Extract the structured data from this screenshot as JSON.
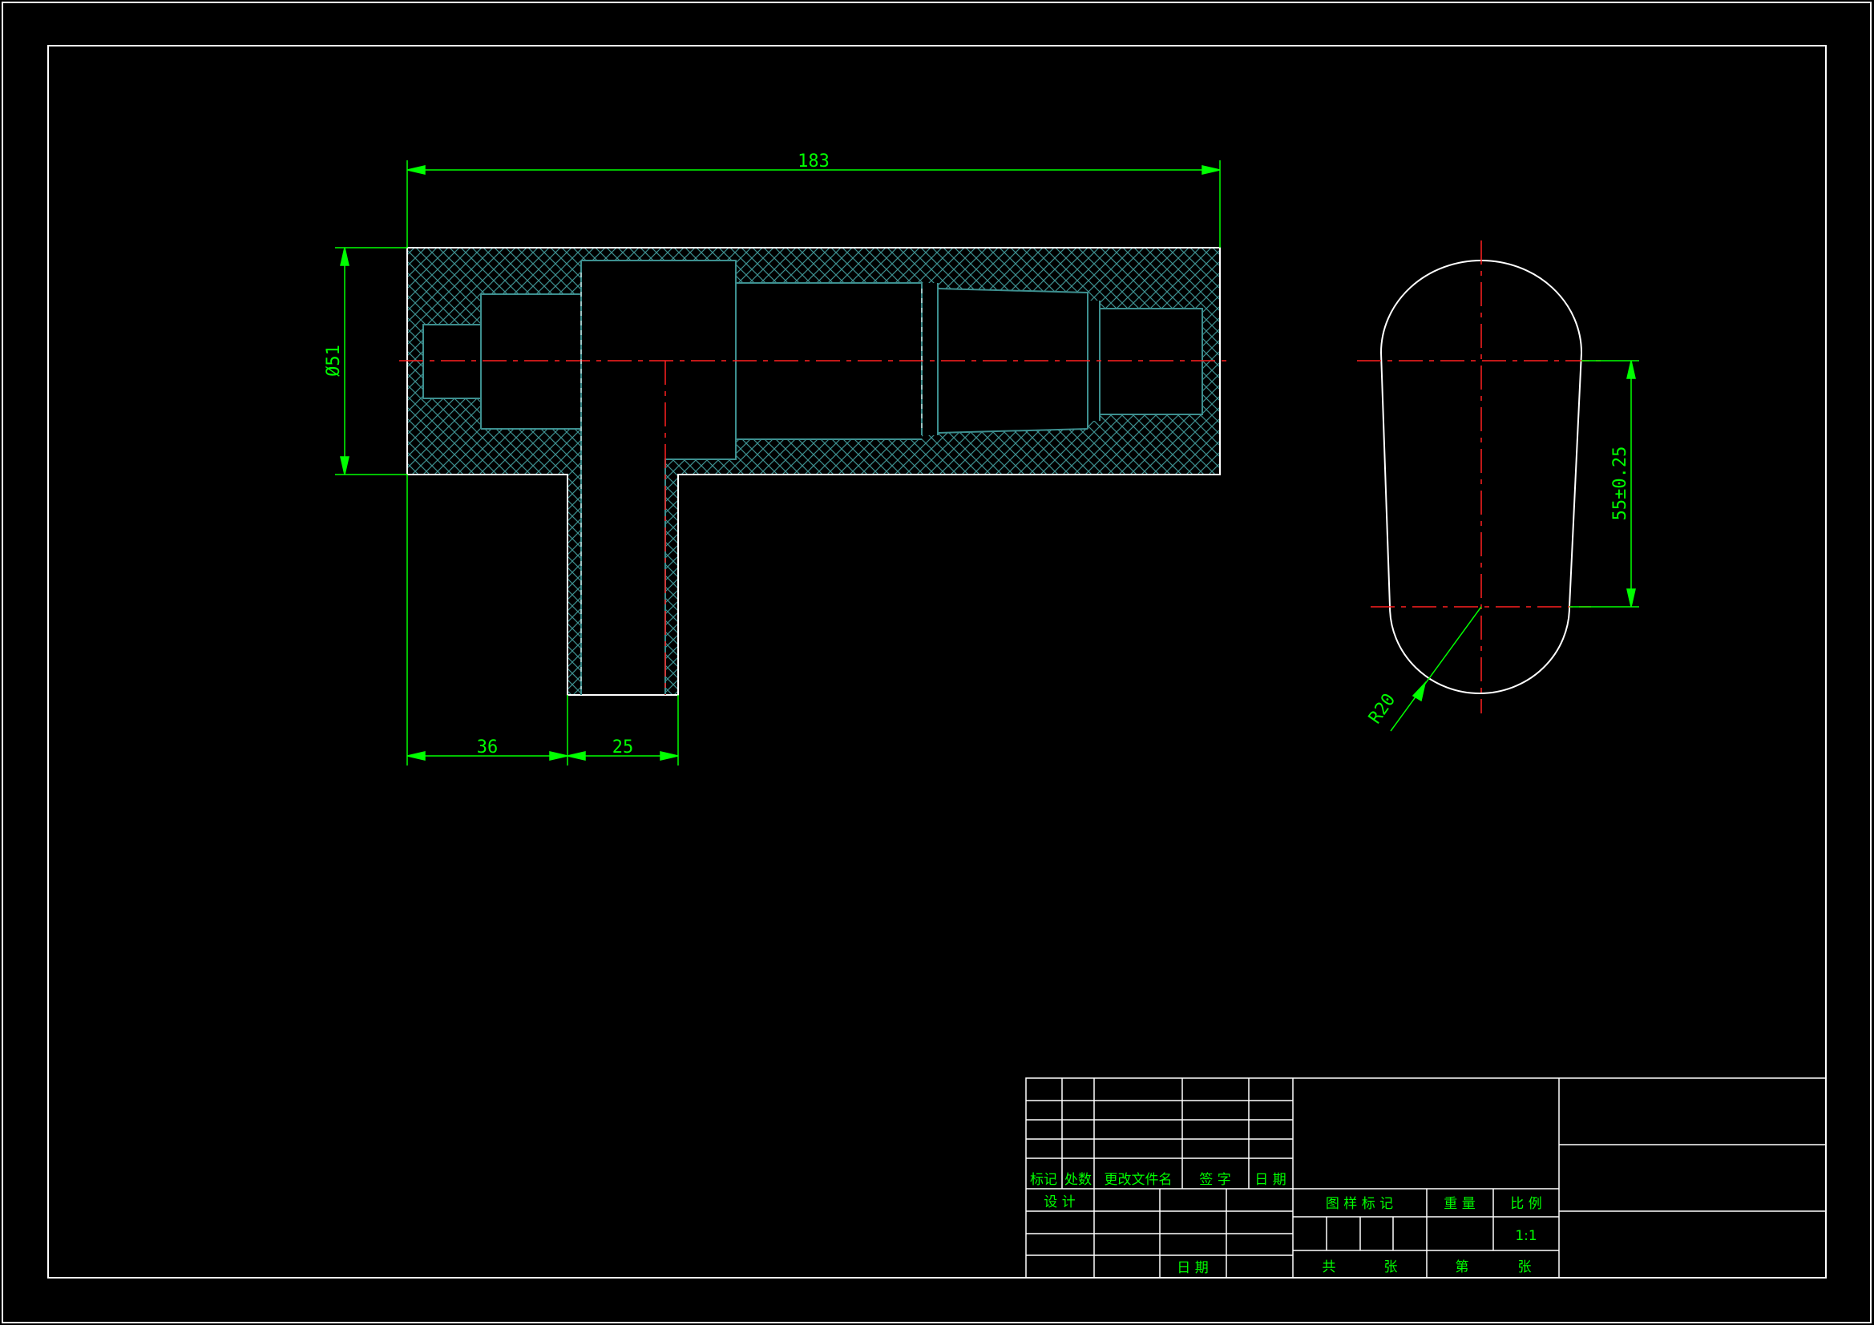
{
  "colors": {
    "background": "#000000",
    "outline": "#ffffff",
    "dimension": "#00ff00",
    "centerline": "#ff2020",
    "hatch": "#3d8f8f",
    "title_text": "#00ff00"
  },
  "dimensions": {
    "overall_length": "183",
    "diameter": "Ø51",
    "left_offset": "36",
    "stem_width": "25",
    "slot_center_distance": "55±0.25",
    "radius": "R20"
  },
  "title_block": {
    "row_mark": "标记",
    "row_count": "处数",
    "row_change_doc": "更改文件名",
    "row_sign": "签  字",
    "row_date": "日 期",
    "design": "设  计",
    "drawing_mark": "图 样 标 记",
    "weight": "重 量",
    "scale": "比 例",
    "scale_value": "1:1",
    "date_label": "日 期",
    "total": "共",
    "sheets": "张",
    "sheet_no": "第",
    "sheets2": "张"
  }
}
